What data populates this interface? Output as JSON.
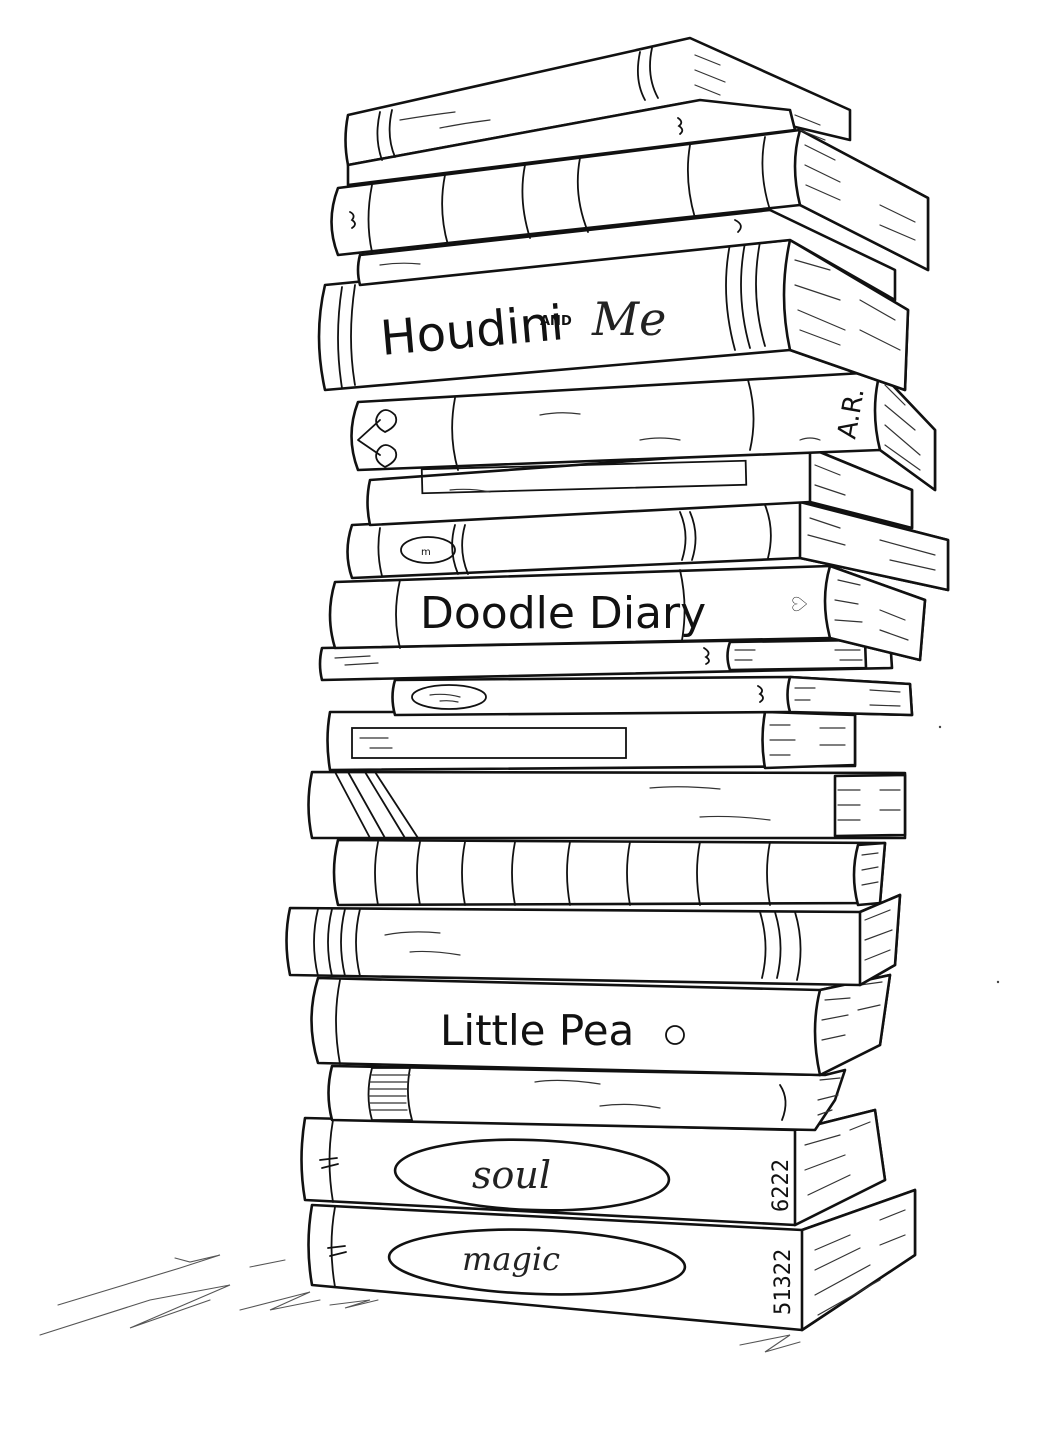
{
  "illustration": {
    "subject": "Stack of books line drawing",
    "stroke_color": "#111111",
    "background_color": "#ffffff",
    "books": [
      {
        "id": "book-1",
        "title": ""
      },
      {
        "id": "book-2",
        "title": ""
      },
      {
        "id": "book-3",
        "title": ""
      },
      {
        "id": "book-4",
        "title_main": "Houdini",
        "title_small": "AND",
        "title_end": "Me"
      },
      {
        "id": "book-5",
        "initials": "A.R.",
        "motif": "cherries"
      },
      {
        "id": "book-6",
        "title": ""
      },
      {
        "id": "book-7",
        "badge": "m"
      },
      {
        "id": "book-8",
        "title": "Doodle Diary",
        "motif": "heart"
      },
      {
        "id": "book-9",
        "title": ""
      },
      {
        "id": "book-10",
        "title": ""
      },
      {
        "id": "book-11",
        "title": ""
      },
      {
        "id": "book-12",
        "title": ""
      },
      {
        "id": "book-13",
        "title": ""
      },
      {
        "id": "book-14",
        "title": ""
      },
      {
        "id": "book-15",
        "title": "Little Pea"
      },
      {
        "id": "book-16",
        "title": ""
      },
      {
        "id": "book-17",
        "title": "soul",
        "number": "6222"
      },
      {
        "id": "book-18",
        "title": "magic",
        "number": "51322"
      }
    ]
  }
}
